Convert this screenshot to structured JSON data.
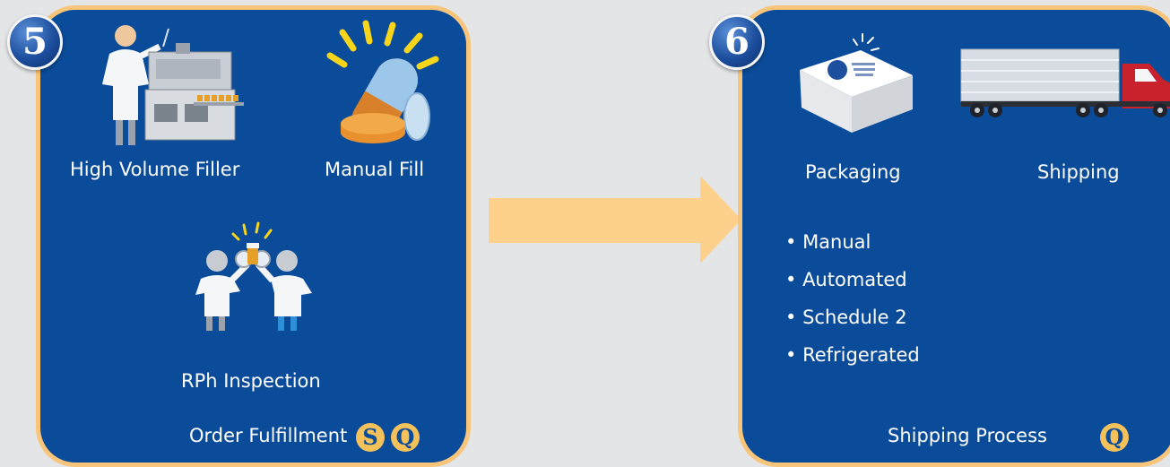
{
  "step5": {
    "number": "5",
    "title": "Order Fulfillment",
    "items": {
      "high_volume_filler": "High Volume Filler",
      "manual_fill": "Manual Fill",
      "rph_inspection": "RPh Inspection"
    },
    "badges": [
      "S",
      "Q"
    ]
  },
  "step6": {
    "number": "6",
    "title": "Shipping Process",
    "items": {
      "packaging": "Packaging",
      "shipping": "Shipping"
    },
    "bullets": [
      "Manual",
      "Automated",
      "Schedule 2",
      "Refrigerated"
    ],
    "badges": [
      "Q"
    ]
  },
  "colors": {
    "panel": "#0a4c9a",
    "border": "#f9c57a",
    "arrow": "#fdd08c",
    "badge_yellow": "#f4c15a"
  },
  "icons": {
    "step5": [
      "technician-machine-icon",
      "capsule-tablets-icon",
      "pharmacists-inspection-icon"
    ],
    "step6": [
      "package-box-icon",
      "delivery-truck-icon"
    ]
  }
}
